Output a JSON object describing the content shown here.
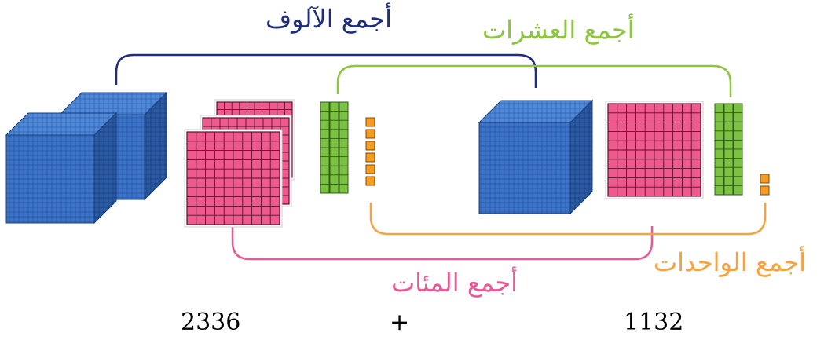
{
  "colors": {
    "thousands": "#2e5fae",
    "hundreds": "#ee5a8e",
    "tens": "#7dc142",
    "ones": "#f39c1f",
    "navy": "#1f2d7a",
    "green": "#8cc63f",
    "pink": "#e85a93",
    "orange": "#f4a340"
  },
  "labels": {
    "thousands": "أجمع الآلوف",
    "tens": "أجمع العشرات",
    "hundreds": "أجمع المئات",
    "ones": "أجمع الواحدات"
  },
  "equation": {
    "left_number": "2336",
    "operator": "+",
    "right_number": "1132"
  },
  "blocks": {
    "left": {
      "thousands": 2,
      "hundreds": 3,
      "tens": 3,
      "ones": 6
    },
    "right": {
      "thousands": 1,
      "hundreds": 1,
      "tens": 3,
      "ones": 2
    }
  }
}
